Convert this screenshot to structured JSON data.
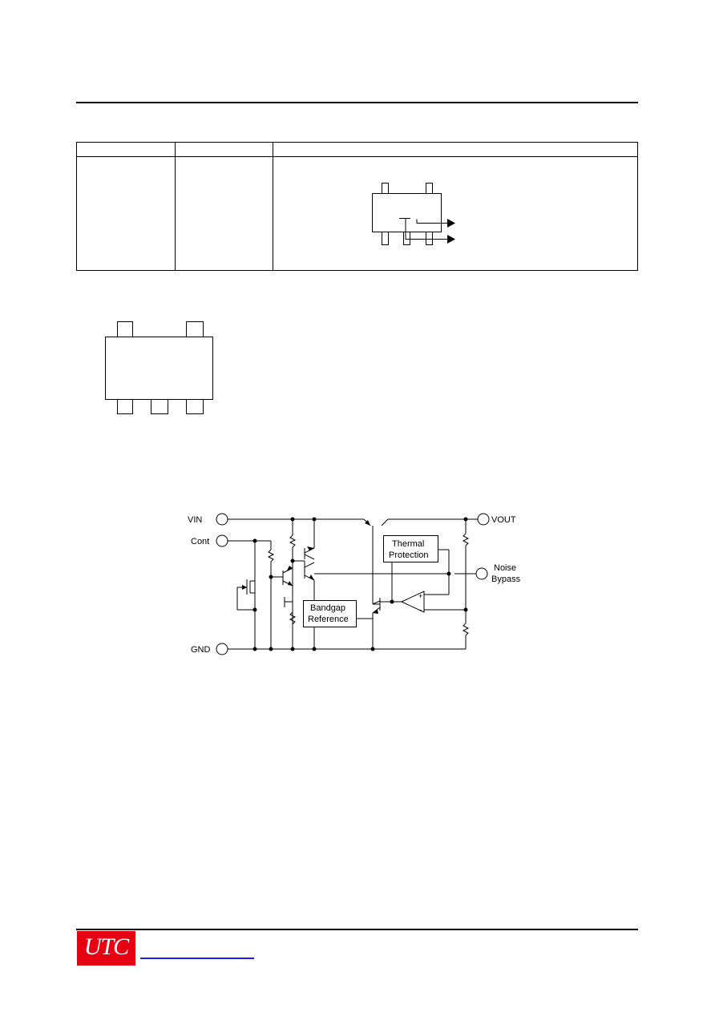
{
  "schematic": {
    "pins": {
      "vin": "VIN",
      "cont": "Cont",
      "gnd": "GND",
      "vout": "VOUT",
      "noise_line1": "Noise",
      "noise_line2": "Bypass"
    },
    "blocks": {
      "thermal_line1": "Thermal",
      "thermal_line2": "Protection",
      "bandgap_line1": "Bandgap",
      "bandgap_line2": "Reference"
    },
    "opamp_plus": "+",
    "opamp_minus": "-"
  },
  "footer": {
    "logo_text": "UTC",
    "logo_color": "#e60012",
    "link_color": "#1a1aff"
  }
}
